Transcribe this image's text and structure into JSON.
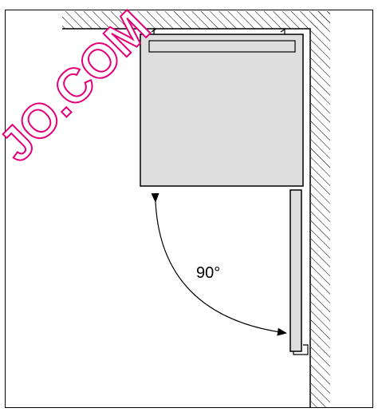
{
  "diagram": {
    "angle_label": "90°",
    "watermark": "JO.COM",
    "colors": {
      "line": "#000000",
      "cabinet_fill": "#dedede",
      "door_fill": "#dedede",
      "background": "#ffffff",
      "watermark_stroke": "#e2007a",
      "watermark_fill": "#ffffff"
    },
    "icons": {
      "wall_hatch": "hatch-pattern",
      "swing_arrow": "double-headed-arc-arrow",
      "door_hinge": "hinge-bracket"
    }
  }
}
